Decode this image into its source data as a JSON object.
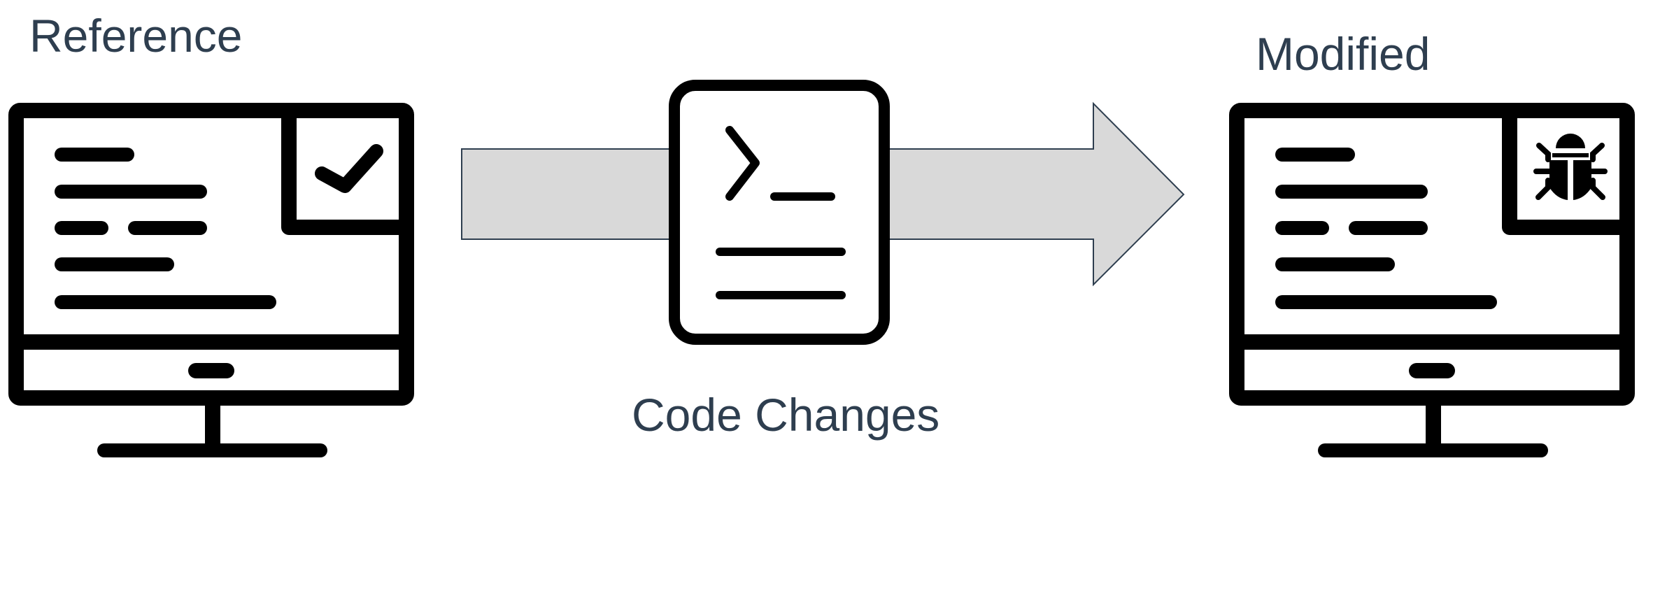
{
  "labels": {
    "reference": "Reference",
    "modified": "Modified",
    "code_changes": "Code Changes"
  },
  "icons": {
    "reference_badge": "checkmark-icon",
    "modified_badge": "bug-icon",
    "code_file": "terminal-file-icon",
    "flow": "right-arrow"
  },
  "colors": {
    "text": "#2e3e4f",
    "stroke": "#000000",
    "arrow_fill": "#d9d9d9",
    "arrow_stroke": "#2e3e4f"
  }
}
